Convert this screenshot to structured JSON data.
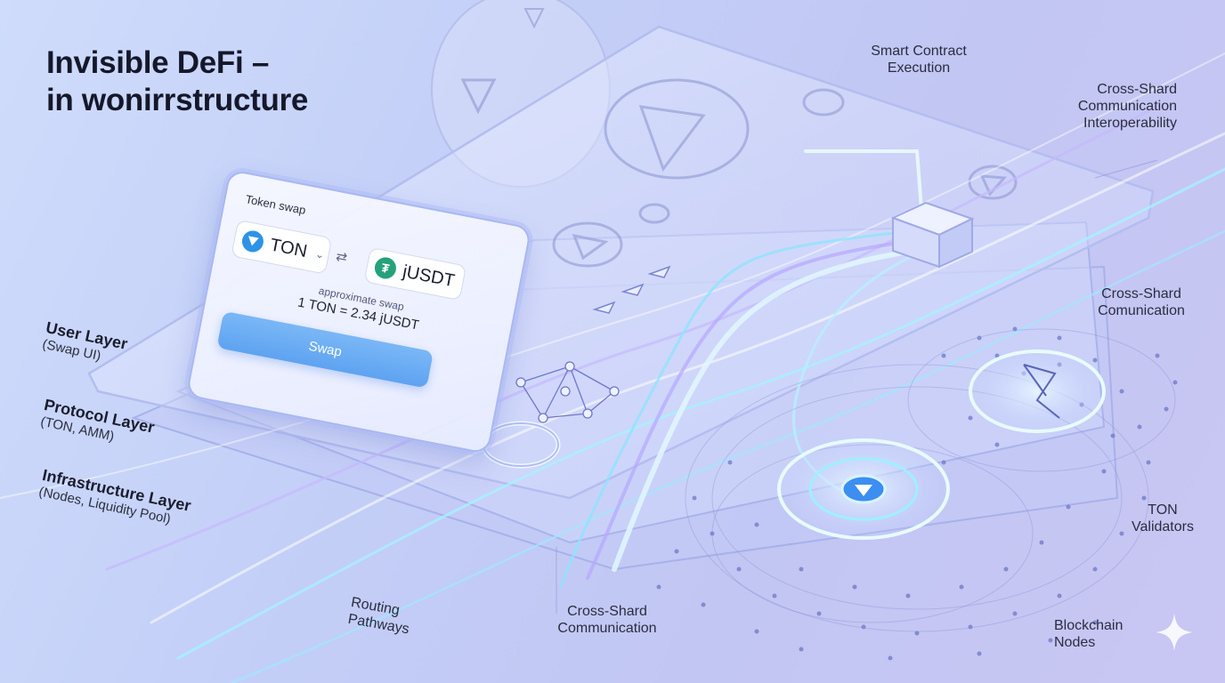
{
  "title": {
    "line1": "Invisible DeFi –",
    "line2": "in wonirrstructure"
  },
  "layers": [
    {
      "name": "User Layer",
      "detail": "(Swap UI)"
    },
    {
      "name": "Protocol Layer",
      "detail": "(TON, AMM)"
    },
    {
      "name": "Infrastructure Layer",
      "detail": "(Nodes, Liquidity Pool)"
    }
  ],
  "swap_card": {
    "title": "Token swap",
    "from_token": "TON",
    "to_token": "jUSDT",
    "rate_note": "approximate swap",
    "rate": "1 TON = 2.34 jUSDT",
    "button": "Swap"
  },
  "callouts": {
    "smart_contract": [
      "Smart Contract",
      "Execution"
    ],
    "cross_shard_top": [
      "Cross-Shard",
      "Communication",
      "Interoperability"
    ],
    "cross_shard_right": [
      "Cross-Shard",
      "Comunication"
    ],
    "ton_validators": [
      "TON",
      "Validators"
    ],
    "blockchain_nodes": [
      "Blockchain",
      "Nodes"
    ],
    "cross_shard_bottom": [
      "Cross-Shard",
      "Communication"
    ],
    "routing": [
      "Routing",
      "Pathways"
    ]
  },
  "colors": {
    "background": "#c3cff7",
    "accent_blue": "#5ea3f1",
    "ton_blue": "#2e93e6",
    "usdt_green": "#26a17b",
    "glow": "#9ef0ff"
  }
}
